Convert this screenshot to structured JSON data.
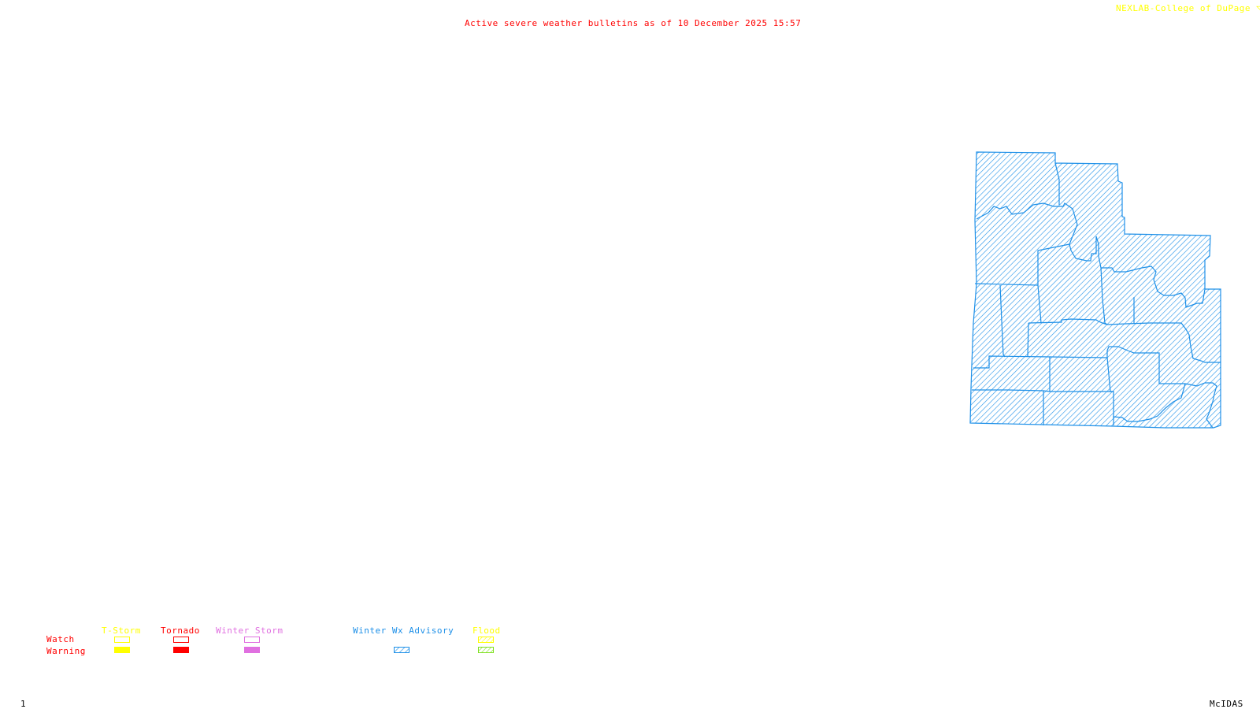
{
  "header": {
    "title": "Active severe weather bulletins as of 10 December 2025 15:57",
    "title_color": "#ff0000",
    "credit": "NEXLAB-College of DuPage",
    "credit_color": "#ffff00",
    "credit_icon": "nexlab-logo-icon"
  },
  "map": {
    "region_fill_pattern": "diagonal-hatch",
    "region_color": "#1e90e8",
    "active_bulletin": "Winter Wx Advisory"
  },
  "legend": {
    "row_labels": {
      "watch": "Watch",
      "warning": "Warning",
      "color": "#ff0000"
    },
    "categories": [
      {
        "name": "T-Storm",
        "color": "#ffff00",
        "watch": "outline",
        "warning": "solid"
      },
      {
        "name": "Tornado",
        "color": "#ff0000",
        "watch": "outline",
        "warning": "solid"
      },
      {
        "name": "Winter Storm",
        "color": "#e070e0",
        "watch": "outline",
        "warning": "solid"
      },
      {
        "name": "Winter Wx Advisory",
        "color": "#1e90e8",
        "watch": null,
        "warning": "hatch"
      },
      {
        "name": "Flood",
        "color": "#ffff00",
        "watch": "hatch",
        "warning": "hatch",
        "warning_color": "#80e020"
      }
    ]
  },
  "footer": {
    "frame_number": "1",
    "software": "McIDAS"
  }
}
